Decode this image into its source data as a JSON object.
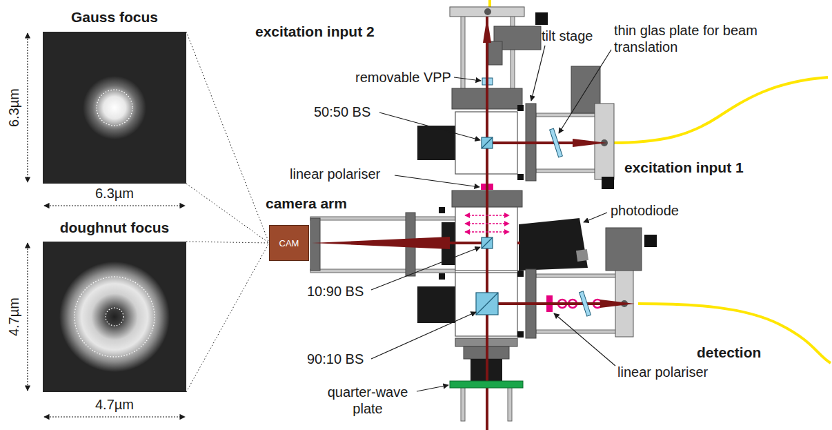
{
  "diagram": {
    "nodes": [
      {
        "text": [
          "CAM"
        ]
      }
    ],
    "labels": [
      "Gauss focus",
      "6.3µm",
      "6.3µm",
      "doughnut focus",
      "4.7µm",
      "4.7µm",
      "excitation input 2",
      "tilt stage",
      "thin glas plate for beam translation",
      "removable VPP",
      "50:50 BS",
      "excitation input 1",
      "linear polariser",
      "camera arm",
      "photodiode",
      "10:90 BS",
      "90:10 BS",
      "detection",
      "linear polariser",
      "quarter-wave plate"
    ]
  }
}
